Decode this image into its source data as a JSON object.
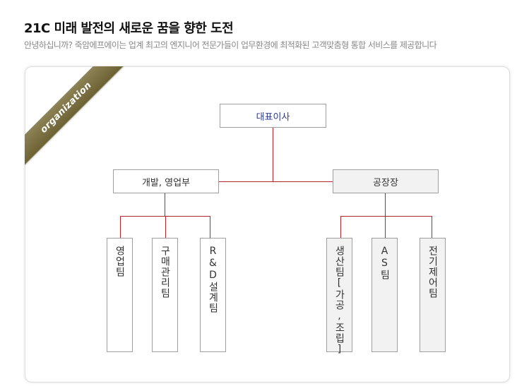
{
  "header": {
    "title": "21C 미래 발전의 새로운 꿈을 향한 도전",
    "subtitle": "안녕하십니까? 죽암에프에이는 업계 최고의 엔지니어 전문가들이 업무환경에 최적화된 고객맞춤형 통합 서비스를 제공합니다"
  },
  "badge": {
    "label": "organization"
  },
  "org": {
    "ceo": "대표이사",
    "divisions": [
      {
        "name": "개발, 영업부",
        "teams": [
          "영업팀",
          "구매관리팀",
          "R&D설계팀"
        ]
      },
      {
        "name": "공장장",
        "teams": [
          "생산팀[가공,조립]",
          "AS팀",
          "전기제어팀"
        ]
      }
    ]
  },
  "colors": {
    "line": "#b1262d",
    "ceo_text": "#2e3a8a",
    "badge": "#7a6f42"
  }
}
